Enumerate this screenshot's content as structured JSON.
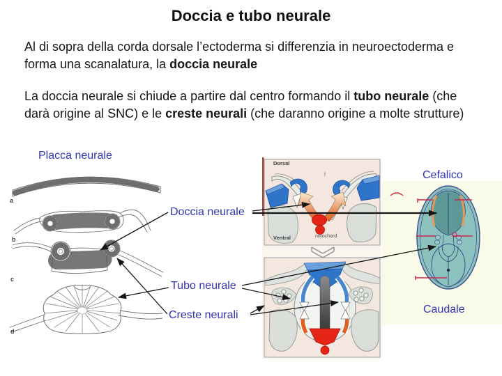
{
  "slide": {
    "title": "Doccia e tubo neurale",
    "paragraph1": [
      {
        "text": "Al di sopra della corda dorsale l’ectoderma si differenzia in neuroectoderma e forma una scanalatura, la ",
        "bold": false
      },
      {
        "text": "doccia neurale",
        "bold": true
      }
    ],
    "paragraph2": [
      {
        "text": "La doccia neurale si chiude a partire dal centro formando il ",
        "bold": false
      },
      {
        "text": "tubo neurale",
        "bold": true
      },
      {
        "text": " (che darà origine al SNC) e le ",
        "bold": false
      },
      {
        "text": "creste neurali",
        "bold": true
      },
      {
        "text": " (che daranno origine a molte strutture)",
        "bold": false
      }
    ]
  },
  "labels": {
    "placca": "Placca neurale",
    "doccia": "Doccia neurale",
    "tubo": "Tubo neurale",
    "creste": "Creste neurali",
    "cefalico": "Cefalico",
    "caudale": "Caudale"
  },
  "figure_labels": {
    "dorsal": "Dorsal",
    "ventral": "Ventral",
    "notochord": "notochord",
    "f": "f",
    "stage_a": "a",
    "stage_b": "b",
    "stage_c": "c",
    "stage_d": "d"
  },
  "colors": {
    "label_blue": "#3232b8",
    "fold_blue": "#2e74c8",
    "notochord_red": "#e52616",
    "marker_crimson": "#cc2450",
    "embryo_teal": "#8cc2be",
    "embryo_plate_teal": "#5d9a97",
    "embryo_outline_navy": "#3c4f8e",
    "panel_pink": "#f3e7df",
    "cream_background": "#fafae8",
    "orange_arrow": "#e06020"
  }
}
